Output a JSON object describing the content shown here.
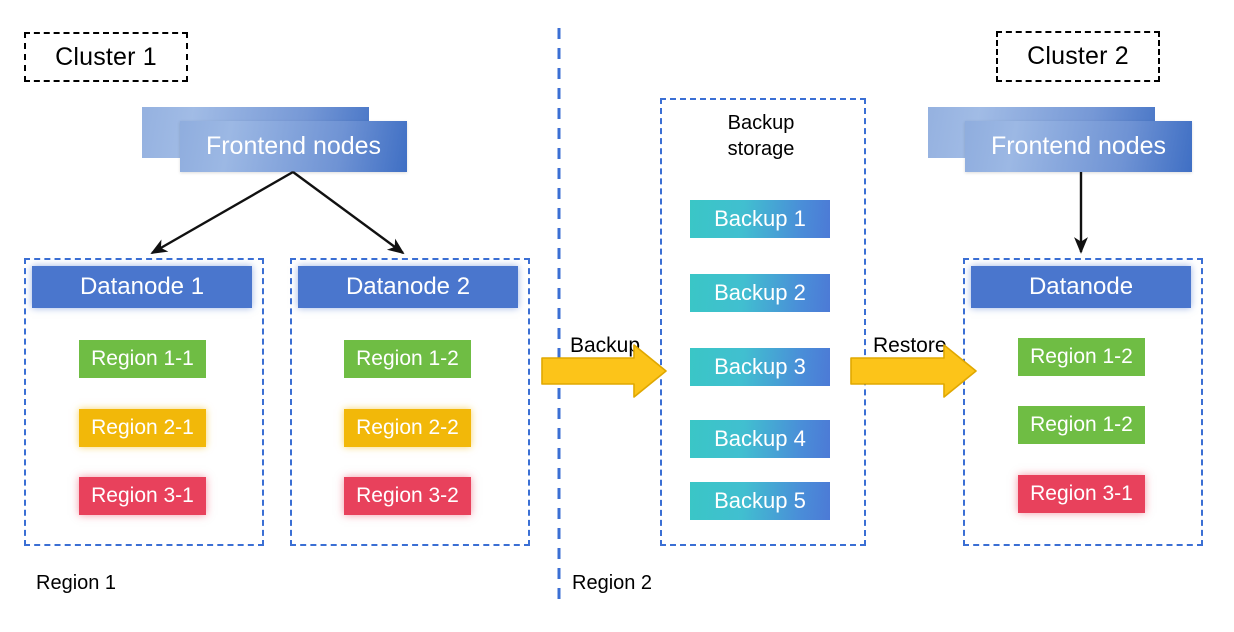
{
  "diagram": {
    "title_tags": [
      {
        "name": "cluster-1",
        "label": "Cluster 1"
      },
      {
        "name": "cluster-2",
        "label": "Cluster 2"
      }
    ],
    "frontend_nodes": [
      {
        "name": "frontend-nodes-cluster-1",
        "label": "Frontend nodes"
      },
      {
        "name": "frontend-nodes-cluster-2",
        "label": "Frontend nodes"
      }
    ],
    "datanodes": [
      {
        "name": "datanode-1",
        "label": "Datanode 1",
        "regions": [
          {
            "label": "Region 1-1",
            "color": "#6fbd44"
          },
          {
            "label": "Region 2-1",
            "color": "#f2b809"
          },
          {
            "label": "Region 3-1",
            "color": "#e8415c"
          }
        ]
      },
      {
        "name": "datanode-2",
        "label": "Datanode 2",
        "regions": [
          {
            "label": "Region 1-2",
            "color": "#6fbd44"
          },
          {
            "label": "Region 2-2",
            "color": "#f2b809"
          },
          {
            "label": "Region 3-2",
            "color": "#e8415c"
          }
        ]
      },
      {
        "name": "datanode-restored",
        "label": "Datanode",
        "regions": [
          {
            "label": "Region 1-2",
            "color": "#6fbd44"
          },
          {
            "label": "Region 1-2",
            "color": "#6fbd44"
          },
          {
            "label": "Region 3-1",
            "color": "#e8415c"
          }
        ]
      }
    ],
    "backup_storage": {
      "title": "Backup\nstorage",
      "items": [
        {
          "label": "Backup 1"
        },
        {
          "label": "Backup 2"
        },
        {
          "label": "Backup 3"
        },
        {
          "label": "Backup 4"
        },
        {
          "label": "Backup 5"
        }
      ]
    },
    "flow_labels": [
      {
        "name": "backup-flow-label",
        "label": "Backup"
      },
      {
        "name": "restore-flow-label",
        "label": "Restore"
      }
    ],
    "region_footers": [
      {
        "name": "region-1-footer",
        "label": "Region 1"
      },
      {
        "name": "region-2-footer",
        "label": "Region 2"
      }
    ],
    "colors": {
      "dashed_blue": "#3b6fd4",
      "datanode_blue": "#4a76cd",
      "region_green": "#6fbd44",
      "region_yellow": "#f2b809",
      "region_red": "#e8415c",
      "backup_gradient_start": "#3ac6c6",
      "backup_gradient_end": "#4c7ad6",
      "arrow_orange": "#fcc419",
      "arrow_black": "#000000",
      "background": "#ffffff"
    }
  }
}
